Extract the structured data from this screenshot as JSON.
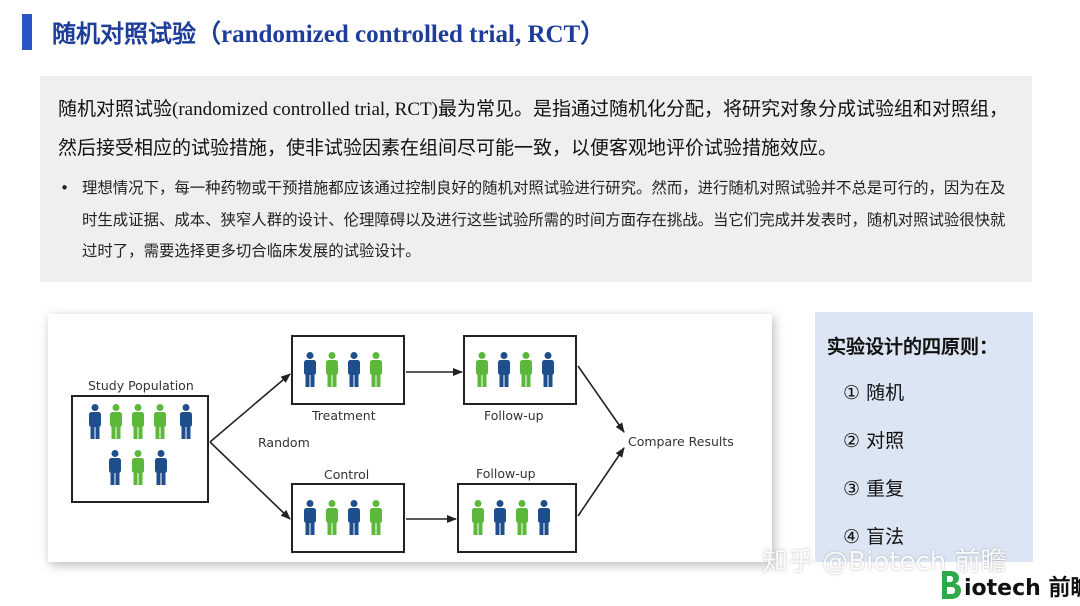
{
  "header": {
    "title_cn": "随机对照试验",
    "title_en": "（randomized controlled trial, RCT）"
  },
  "intro": {
    "term": "随机对照试验",
    "term_en": "(randomized controlled trial, RCT)",
    "rest": "最为常见。是指通过随机化分配，将研究对象分成试验组和对照组，然后接受相应的试验措施，使非试验因素在组间尽可能一致，以便客观地评价试验措施效应。",
    "bullet": "理想情况下，每一种药物或干预措施都应该通过控制良好的随机对照试验进行研究。然而，进行随机对照试验并不总是可行的，因为在及时生成证据、成本、狭窄人群的设计、伦理障碍以及进行这些试验所需的时间方面存在挑战。当它们完成并发表时，随机对照试验很快就过时了，需要选择更多切合临床发展的试验设计。"
  },
  "diagram": {
    "study_population": "Study Population",
    "random": "Random",
    "treatment": "Treatment",
    "control": "Control",
    "followup_top": "Follow-up",
    "followup_bottom": "Follow-up",
    "compare": "Compare Results",
    "colors": {
      "blue": "#1f4e8c",
      "green": "#5cb83a",
      "box": "#222222"
    }
  },
  "principles": {
    "title": "实验设计的四原则：",
    "items": [
      "① 随机",
      "② 对照",
      "③ 重复",
      "④ 盲法"
    ]
  },
  "branding": {
    "watermark": "知乎 @Biotech 前瞻",
    "logo_text": "iotech 前瞻",
    "logo_green": "#2eaa4a"
  }
}
